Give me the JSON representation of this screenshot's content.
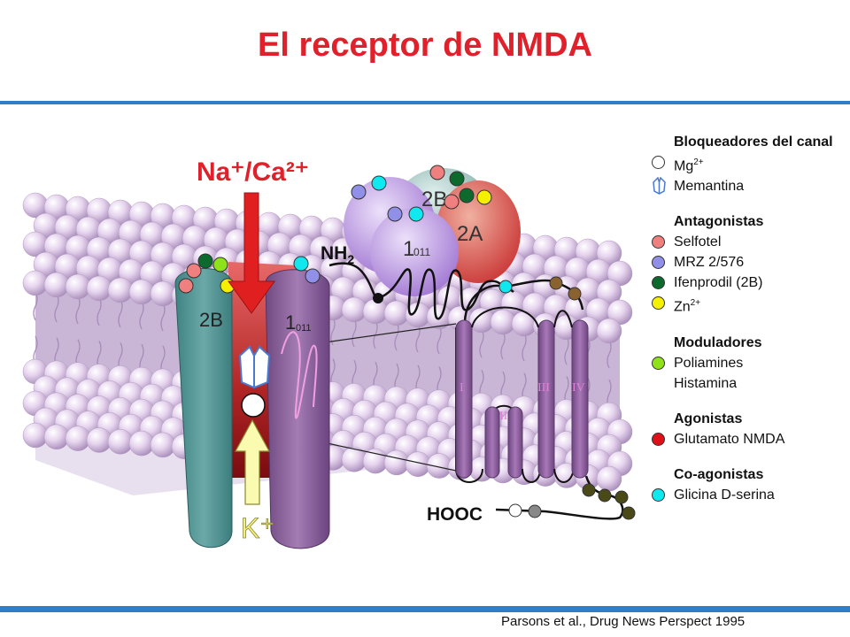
{
  "title": "El receptor de NMDA",
  "citation": "Parsons et al., Drug News Perspect 1995",
  "diagram": {
    "ion_in": "Na⁺/Ca²⁺",
    "ion_out": "K⁺",
    "nh2": "NH",
    "nh2_sub": "2",
    "hooc": "HOOC",
    "subunit_2b": "2B",
    "subunit_1": "1",
    "subunit_1_sub": "011",
    "subunit_2a": "2A",
    "tm_labels": [
      "I",
      "II",
      "III",
      "IV"
    ]
  },
  "legend": [
    {
      "heading": "Bloqueadores del canal",
      "items": [
        {
          "label": "Mg",
          "sup": "2+",
          "color": "#ffffff",
          "icon": "circle"
        },
        {
          "label": "Memantina",
          "sup": "",
          "color": "#9ab8f0",
          "icon": "memantine-icon"
        }
      ]
    },
    {
      "heading": "Antagonistas",
      "items": [
        {
          "label": "Selfotel",
          "sup": "",
          "color": "#f08080",
          "icon": "circle"
        },
        {
          "label": "MRZ 2/576",
          "sup": "",
          "color": "#9090e8",
          "icon": "circle"
        },
        {
          "label": "Ifenprodil (2B)",
          "sup": "",
          "color": "#0c6b2c",
          "icon": "circle"
        },
        {
          "label": "Zn",
          "sup": "2+",
          "color": "#f5f000",
          "icon": "circle"
        }
      ]
    },
    {
      "heading": "Moduladores",
      "items": [
        {
          "label": "Poliamines",
          "sup": "",
          "color": "#8ee21a",
          "icon": "circle"
        },
        {
          "label": "Histamina",
          "sup": "",
          "color": "",
          "icon": "none"
        }
      ]
    },
    {
      "heading": "Agonistas",
      "items": [
        {
          "label": "Glutamato NMDA",
          "sup": "",
          "color": "#e0101a",
          "icon": "circle"
        }
      ]
    },
    {
      "heading": "Co-agonistas",
      "items": [
        {
          "label": "Glicina D-serina",
          "sup": "",
          "color": "#10e8f0",
          "icon": "circle"
        }
      ]
    }
  ]
}
